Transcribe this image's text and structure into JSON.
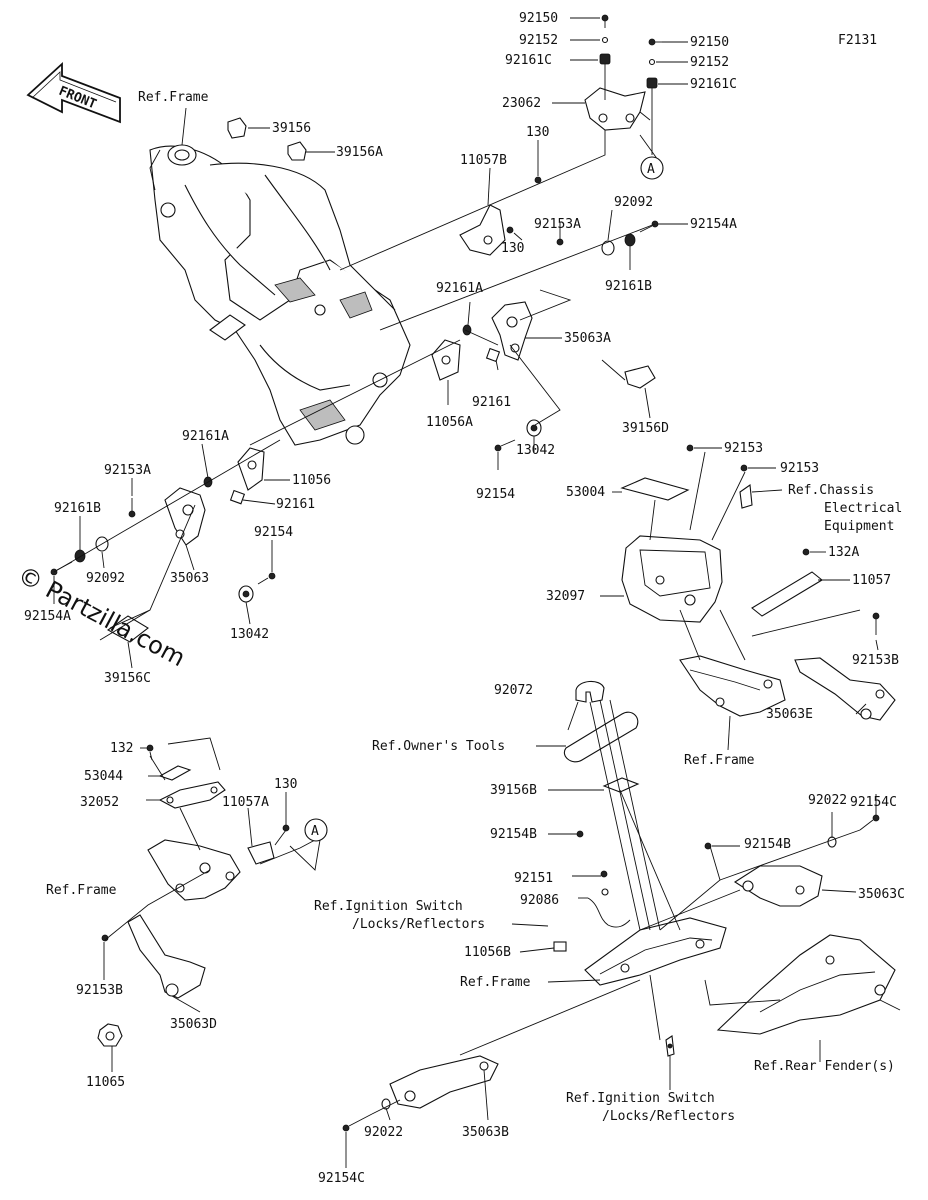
{
  "diagram": {
    "figure_code": "F2131",
    "front_arrow_text": "FRONT",
    "watermark": "© Partzilla.com",
    "callout_letter": "A",
    "labels": {
      "92150_top": "92150",
      "92152_top": "92152",
      "92161C_top": "92161C",
      "92150_right": "92150",
      "92152_right": "92152",
      "92161C_right": "92161C",
      "23062": "23062",
      "ref_frame_top": "Ref.Frame",
      "39156": "39156",
      "39156A": "39156A",
      "130_top": "130",
      "11057B": "11057B",
      "92092_right": "92092",
      "92153A_mid": "92153A",
      "92154A_right": "92154A",
      "130_mid": "130",
      "92161B_right": "92161B",
      "92161A_mid": "92161A",
      "35063A": "35063A",
      "92161_mid": "92161",
      "11056A": "11056A",
      "39156D": "39156D",
      "13042_mid": "13042",
      "92154_mid": "92154",
      "92153_a": "92153",
      "92153_b": "92153",
      "53004": "53004",
      "ref_chassis_1": "Ref.Chassis",
      "ref_chassis_2": "Electrical",
      "ref_chassis_3": "Equipment",
      "132A": "132A",
      "11057": "11057",
      "32097": "32097",
      "92153B_right": "92153B",
      "35063E": "35063E",
      "ref_frame_mid": "Ref.Frame",
      "92161A_left": "92161A",
      "92153A_left": "92153A",
      "11056": "11056",
      "92161_left": "92161",
      "92161B_left": "92161B",
      "92154_left": "92154",
      "92092_left": "92092",
      "35063": "35063",
      "92154A_left": "92154A",
      "13042_left": "13042",
      "39156C": "39156C",
      "92072": "92072",
      "ref_owners_tools": "Ref.Owner's Tools",
      "132": "132",
      "53044": "53044",
      "32052": "32052",
      "130_low": "130",
      "11057A": "11057A",
      "39156B": "39156B",
      "92154C_right": "92154C",
      "92022_right": "92022",
      "92154B_a": "92154B",
      "92154B_b": "92154B",
      "ref_frame_low": "Ref.Frame",
      "35063C": "35063C",
      "92151": "92151",
      "ref_ign_1a": "Ref.Ignition Switch",
      "ref_ign_1b": "/Locks/Reflectors",
      "92086": "92086",
      "11056B": "11056B",
      "ref_frame_bottom": "Ref.Frame",
      "92153B_left": "92153B",
      "35063D": "35063D",
      "ref_rear_fender": "Ref.Rear Fender(s)",
      "11065": "11065",
      "ref_ign_2a": "Ref.Ignition Switch",
      "ref_ign_2b": "/Locks/Reflectors",
      "92022_left": "92022",
      "35063B": "35063B",
      "92154C_left": "92154C"
    }
  }
}
